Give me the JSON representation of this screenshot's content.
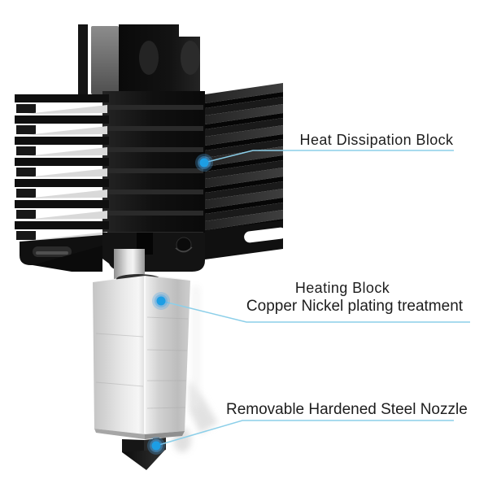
{
  "image": {
    "background_color": "#ffffff",
    "leader_line_color": "#8ccfe9",
    "callout_dot_color": "#1d9ee4",
    "label_text_color": "#1d1d1d"
  },
  "callouts": {
    "heat_dissipation": {
      "label": "Heat Dissipation Block"
    },
    "heating_block": {
      "label_line1": "Heating Block",
      "label_line2": "Copper Nickel plating treatment"
    },
    "nozzle": {
      "label": "Removable Hardened Steel Nozzle"
    }
  }
}
